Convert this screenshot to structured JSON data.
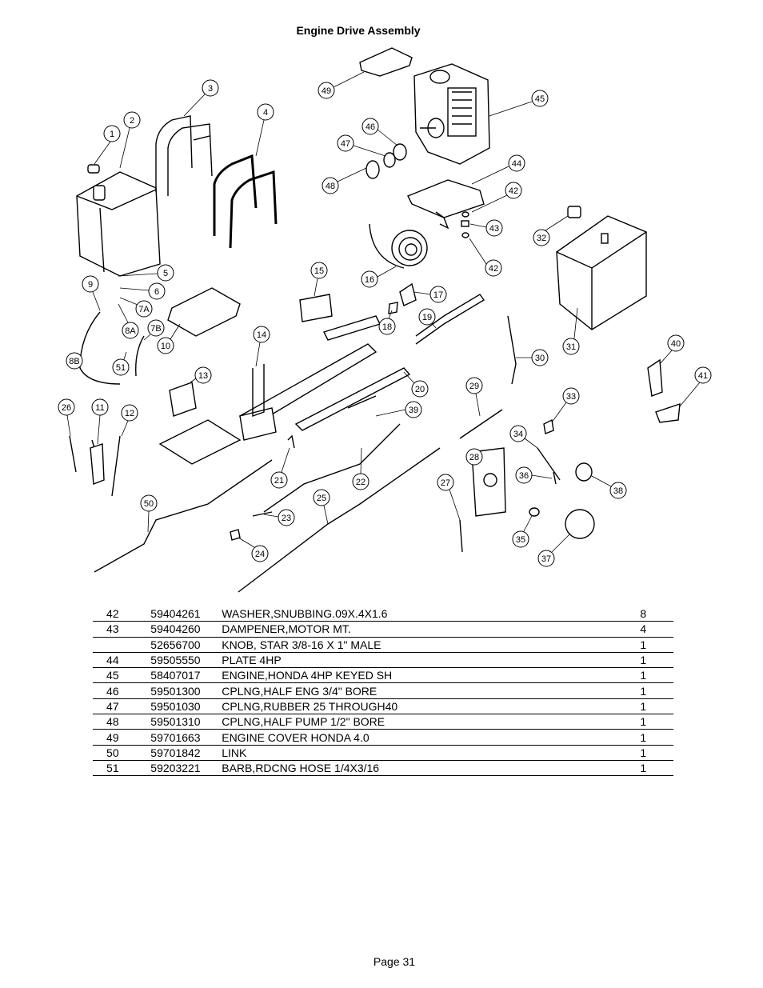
{
  "title": "Engine Drive Assembly",
  "diagram": {
    "callouts": [
      "1",
      "2",
      "3",
      "4",
      "5",
      "6",
      "7A",
      "7B",
      "8A",
      "8B",
      "9",
      "10",
      "11",
      "12",
      "13",
      "14",
      "15",
      "16",
      "17",
      "18",
      "19",
      "20",
      "21",
      "22",
      "23",
      "24",
      "25",
      "26",
      "27",
      "28",
      "29",
      "30",
      "31",
      "32",
      "33",
      "34",
      "35",
      "36",
      "37",
      "38",
      "39",
      "40",
      "41",
      "42",
      "42",
      "43",
      "44",
      "45",
      "46",
      "47",
      "48",
      "49",
      "50",
      "51"
    ]
  },
  "parts": [
    {
      "item": "42",
      "part_no": "59404261",
      "description": "WASHER,SNUBBING.09X.4X1.6",
      "qty": "8"
    },
    {
      "item": "43",
      "part_no": "59404260",
      "description": "DAMPENER,MOTOR MT.",
      "qty": "4"
    },
    {
      "item": "",
      "part_no": "52656700",
      "description": "KNOB, STAR 3/8-16 X 1\" MALE",
      "qty": "1"
    },
    {
      "item": "44",
      "part_no": "59505550",
      "description": "PLATE 4HP",
      "qty": "1"
    },
    {
      "item": "45",
      "part_no": "58407017",
      "description": "ENGINE,HONDA 4HP KEYED SH",
      "qty": "1"
    },
    {
      "item": "46",
      "part_no": "59501300",
      "description": "CPLNG,HALF ENG 3/4\" BORE",
      "qty": "1"
    },
    {
      "item": "47",
      "part_no": "59501030",
      "description": "CPLNG,RUBBER 25 THROUGH40",
      "qty": "1"
    },
    {
      "item": "48",
      "part_no": "59501310",
      "description": "CPLNG,HALF PUMP 1/2\" BORE",
      "qty": "1"
    },
    {
      "item": "49",
      "part_no": "59701663",
      "description": "ENGINE COVER HONDA 4.0",
      "qty": "1"
    },
    {
      "item": "50",
      "part_no": "59701842",
      "description": "LINK",
      "qty": "1"
    },
    {
      "item": "51",
      "part_no": "59203221",
      "description": "BARB,RDCNG HOSE 1/4X3/16",
      "qty": "1"
    }
  ],
  "footer": "Page 31"
}
